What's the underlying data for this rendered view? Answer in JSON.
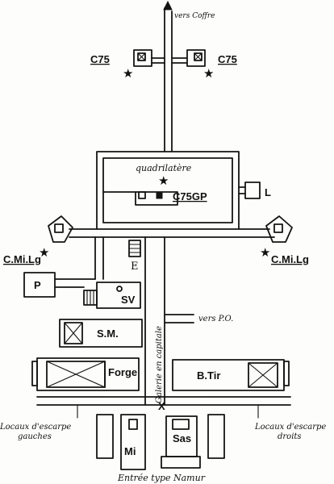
{
  "labels": {
    "top_arrow": "vers Coffre",
    "c75_left": "C75",
    "c75_right": "C75",
    "quadrilatere": "quadrilatère",
    "c75gp": "C75GP",
    "l": "L",
    "cmilg_left": "C.Mi.Lg",
    "cmilg_right": "C.Mi.Lg",
    "e": "E",
    "p": "P",
    "sv": "SV",
    "vers_po": "vers P.O.",
    "sm": "S.M.",
    "galerie": "Galerie en capitale",
    "forge": "Forge",
    "btir": "B.Tir",
    "x_mark": "X",
    "locaux_gauche_1": "Locaux d'escarpe",
    "locaux_gauche_2": "gauches",
    "locaux_droit_1": "Locaux d'escarpe",
    "locaux_droit_2": "droits",
    "sas": "Sas",
    "mi": "Mi",
    "entree": "Entrée type Namur"
  },
  "stars": [
    "★",
    "★",
    "★",
    "★",
    "★"
  ],
  "colors": {
    "ink": "#141414",
    "paper": "#fdfdfb"
  }
}
